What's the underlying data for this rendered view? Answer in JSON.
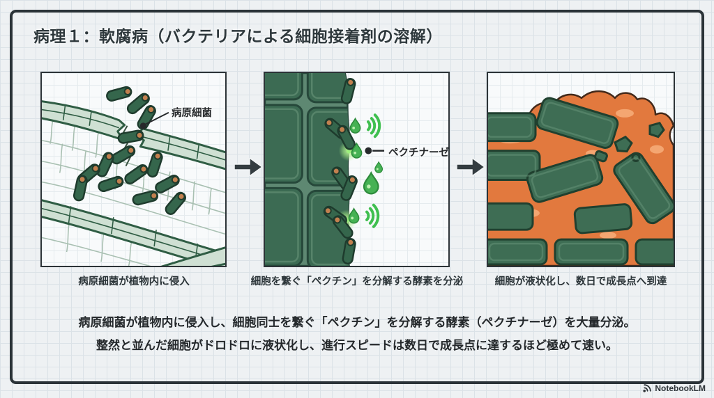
{
  "title": "病理１：軟腐病（バクテリアによる細胞接着剤の溶解）",
  "panels": [
    {
      "id": "invasion",
      "label": "病原細菌",
      "caption": "病原細菌が植物内に侵入"
    },
    {
      "id": "secretion",
      "label": "ペクチナーゼ",
      "caption": "細胞を繋ぐ「ペクチン」を分解する酵素を分泌"
    },
    {
      "id": "liquefaction",
      "label": "",
      "caption": "細胞が液状化し、数日で成長点へ到達"
    }
  ],
  "summary": {
    "line1": "病原細菌が植物内に侵入し、細胞同士を繋ぐ「ペクチン」を分解する酵素（ペクチナーゼ）を大量分泌。",
    "line2": "整然と並んだ細胞がドロドロに液状化し、進行スピードは数日で成長点に達するほど極めて速い。"
  },
  "watermark": {
    "label": "NotebookLM"
  },
  "icons": {
    "arrow": "arrow-right-icon",
    "watermark_icon": "notebooklm-logo-icon"
  },
  "colors": {
    "frame_border": "#2b3338",
    "cell_green_dark": "#3e6d54",
    "cell_green_light": "#cfe0d3",
    "mortar_green": "#5e8872",
    "enzyme_green": "#46b254",
    "bacteria_tip_orange": "#c2804f",
    "liquefied_orange": "#e2793e",
    "background": "#eef1f3"
  }
}
